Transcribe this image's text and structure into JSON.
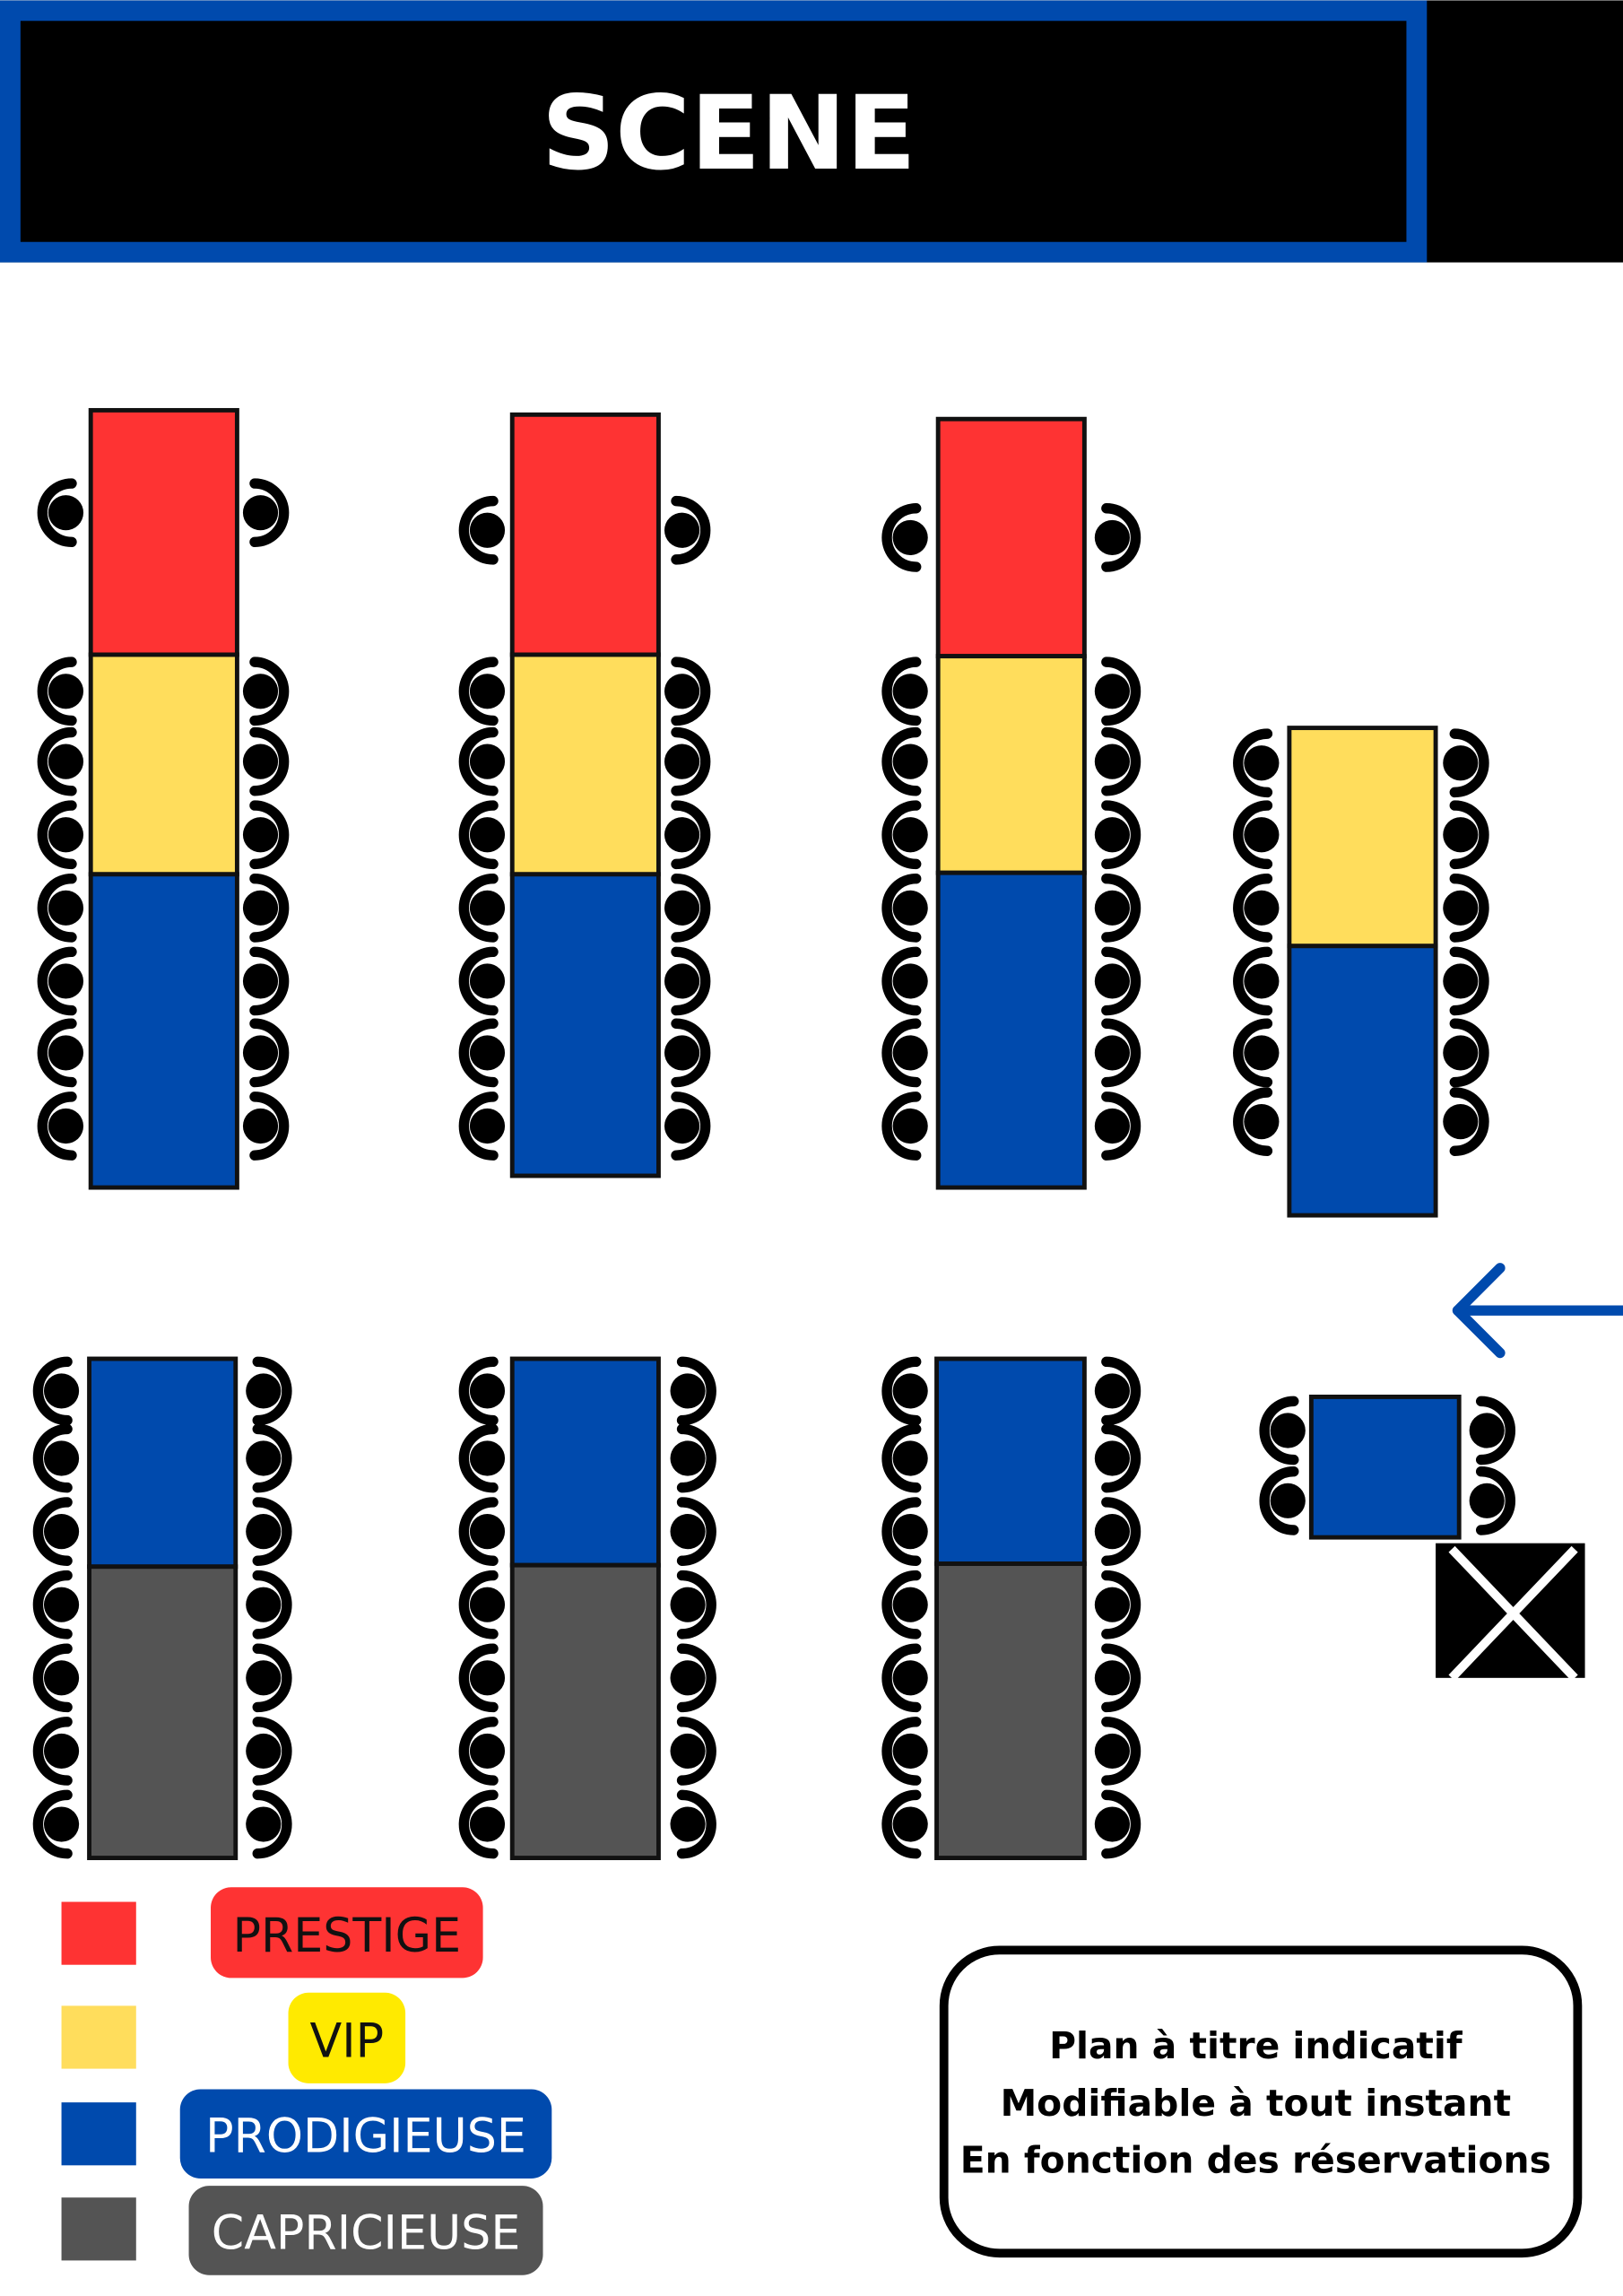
{
  "header": {
    "title": "SCENE"
  },
  "colors": {
    "prestige": "#fe3333",
    "vip": "#ffdd5c",
    "prodigieuse": "#004aad",
    "capricieuse": "#545454",
    "vip_pill": "#ffea00",
    "stage_border": "#004aad",
    "arrow": "#004aad"
  },
  "legend": [
    {
      "key": "prestige",
      "label": "PRESTIGE",
      "text_color": "#111111"
    },
    {
      "key": "vip",
      "label": "VIP",
      "text_color": "#111111"
    },
    {
      "key": "prodigieuse",
      "label": "PRODIGIEUSE",
      "text_color": "#ffffff"
    },
    {
      "key": "capricieuse",
      "label": "CAPRICIEUSE",
      "text_color": "#ffffff"
    }
  ],
  "note": {
    "lines": [
      "Plan à titre indicatif",
      "Modifiable à tout instant",
      "En fonction des réservations"
    ]
  },
  "tables": [
    {
      "id": "row1-table1",
      "segments": [
        "prestige",
        "vip",
        "prodigieuse"
      ],
      "seats_per_side": 8
    },
    {
      "id": "row1-table2",
      "segments": [
        "prestige",
        "vip",
        "prodigieuse"
      ],
      "seats_per_side": 8
    },
    {
      "id": "row1-table3",
      "segments": [
        "prestige",
        "vip",
        "prodigieuse"
      ],
      "seats_per_side": 8
    },
    {
      "id": "row1-table4",
      "segments": [
        "vip",
        "prodigieuse"
      ],
      "seats_per_side": 6
    },
    {
      "id": "row2-table1",
      "segments": [
        "prodigieuse",
        "capricieuse"
      ],
      "seats_per_side": 7
    },
    {
      "id": "row2-table2",
      "segments": [
        "prodigieuse",
        "capricieuse"
      ],
      "seats_per_side": 7
    },
    {
      "id": "row2-table3",
      "segments": [
        "prodigieuse",
        "capricieuse"
      ],
      "seats_per_side": 7
    },
    {
      "id": "row2-table4",
      "segments": [
        "prodigieuse"
      ],
      "seats_per_side": 2
    }
  ]
}
